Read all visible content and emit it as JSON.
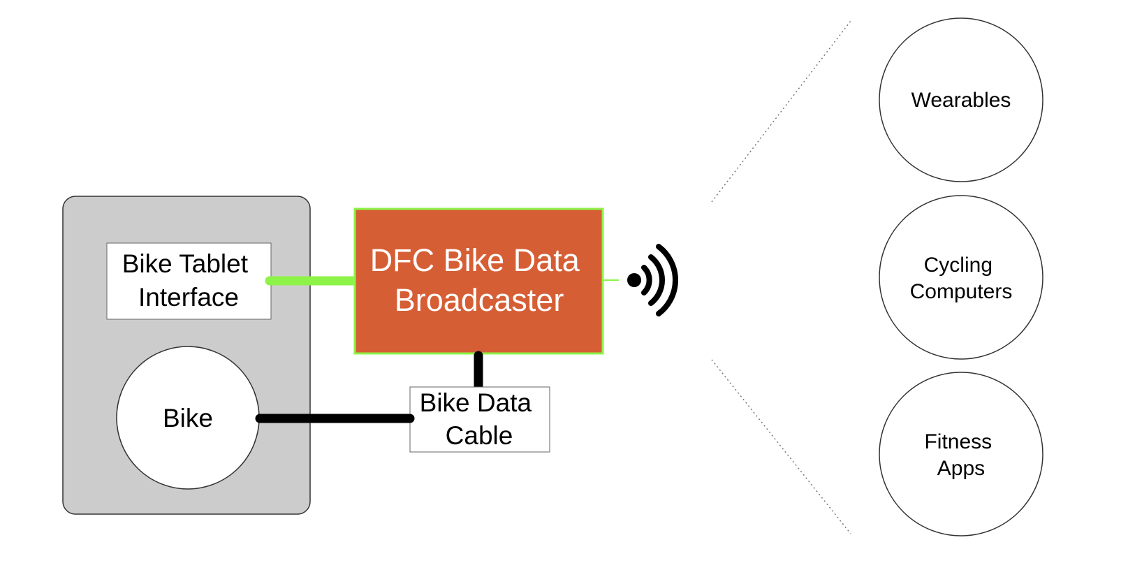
{
  "nodes": {
    "bike_tablet_interface": [
      "Bike Tablet",
      "Interface"
    ],
    "broadcaster": [
      "DFC Bike Data",
      "Broadcaster"
    ],
    "bike": [
      "Bike"
    ],
    "bike_data_cable": [
      "Bike Data",
      "Cable"
    ],
    "wearables": [
      "Wearables"
    ],
    "cycling_computers": [
      "Cycling",
      "Computers"
    ],
    "fitness_apps": [
      "Fitness",
      "Apps"
    ]
  },
  "colors": {
    "device_panel_fill": "#cccccc",
    "broadcaster_fill": "#d65e35",
    "broadcaster_border": "#8df348",
    "green_link": "#8df348",
    "black_link": "#000000"
  },
  "icons": {
    "wireless": "wireless-signal-icon"
  }
}
